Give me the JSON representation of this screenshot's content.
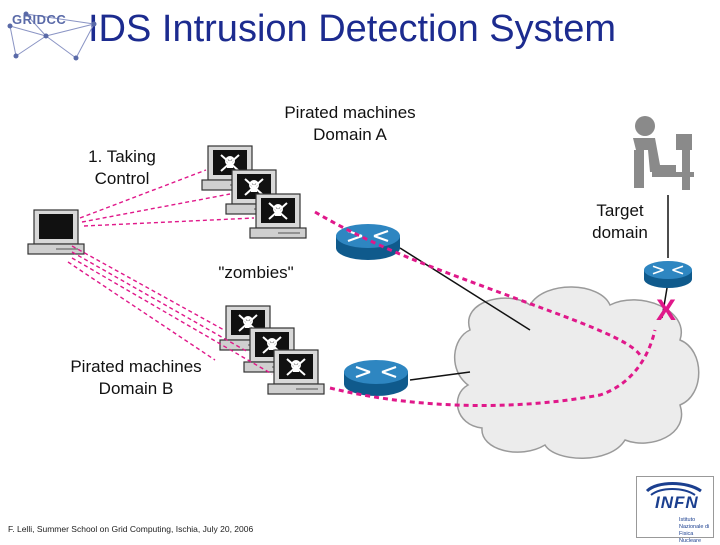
{
  "slide": {
    "title": "IDS Intrusion Detection System",
    "logo_left_text": "GRIDCC",
    "logo_right_text": "INFN",
    "logo_right_subtext": "Istituto Nazionale di Fisica Nucleare"
  },
  "labels": {
    "taking_control_line1": "1. Taking",
    "taking_control_line2": "Control",
    "domain_a_line1": "Pirated machines",
    "domain_a_line2": "Domain A",
    "zombies": "\"zombies\"",
    "domain_b_line1": "Pirated machines",
    "domain_b_line2": "Domain B",
    "target_line1": "Target",
    "target_line2": "domain",
    "attack_marker": "X"
  },
  "footer": "F. Lelli, Summer School on Grid Computing, Ischia, July 20, 2006",
  "colors": {
    "title": "#1c2b8f",
    "attack_path": "#e0188a",
    "router": "#1a6fa8",
    "cloud_fill": "#ececec"
  },
  "icons": [
    "gridcc-logo",
    "attacker-computer-icon",
    "pirated-computer-icon",
    "skull-icon",
    "router-icon",
    "target-workstation-icon",
    "internet-cloud-icon",
    "infn-logo"
  ]
}
